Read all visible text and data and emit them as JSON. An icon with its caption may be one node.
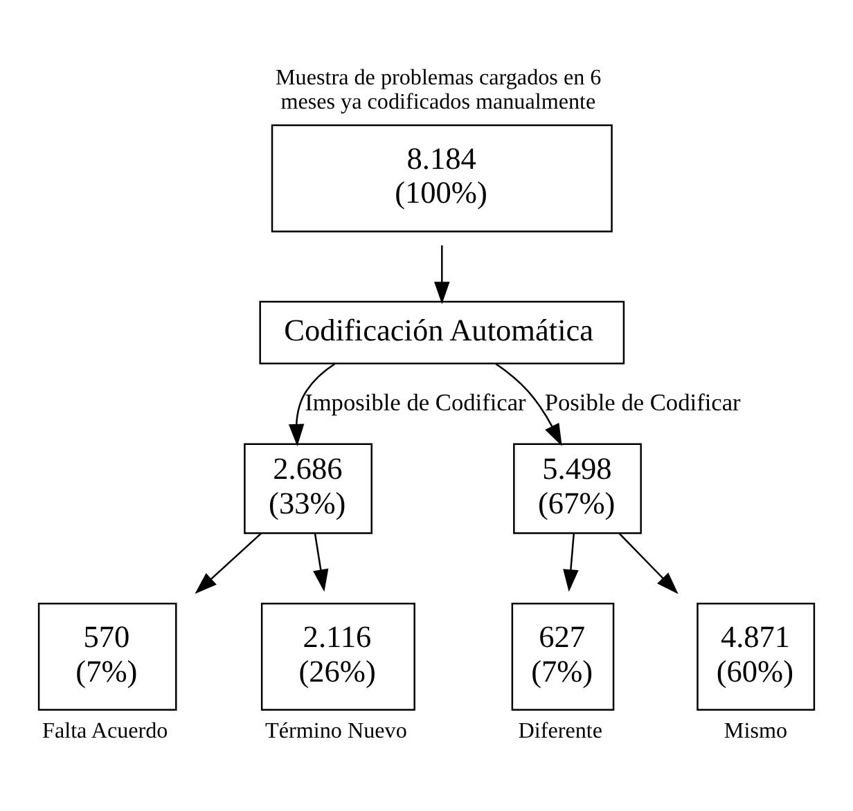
{
  "diagram": {
    "nodes": [
      {
        "text": [
          "8.184 (100%)"
        ],
        "beside": [
          "Muestra de problemas cargados en 6 meses ya codificados manualmente"
        ]
      },
      {
        "text": [
          "Codificación Automática"
        ]
      },
      {
        "text": [
          "2.686 (33%)"
        ]
      },
      {
        "text": [
          "5.498 (67%)"
        ]
      },
      {
        "text": [
          "570 (7%)"
        ],
        "beside": [
          "Falta Acuerdo"
        ]
      },
      {
        "text": [
          "2.116 (26%)"
        ],
        "beside": [
          "Término Nuevo"
        ]
      },
      {
        "text": [
          "627 (7%)"
        ],
        "beside": [
          "Diferente"
        ]
      },
      {
        "text": [
          "4.871 (60%)"
        ],
        "beside": [
          "Mismo"
        ]
      }
    ],
    "edges": [
      {
        "from": 0,
        "to": 1,
        "arrow": "to"
      },
      {
        "from": 1,
        "to": 2,
        "arrow": "to",
        "label": "Imposible de Codificar"
      },
      {
        "from": 1,
        "to": 3,
        "arrow": "to",
        "label": "Posible de Codificar"
      },
      {
        "from": 2,
        "to": 4,
        "arrow": "to"
      },
      {
        "from": 2,
        "to": 5,
        "arrow": "to"
      },
      {
        "from": 3,
        "to": 6,
        "arrow": "to"
      },
      {
        "from": 3,
        "to": 7,
        "arrow": "to"
      }
    ]
  }
}
